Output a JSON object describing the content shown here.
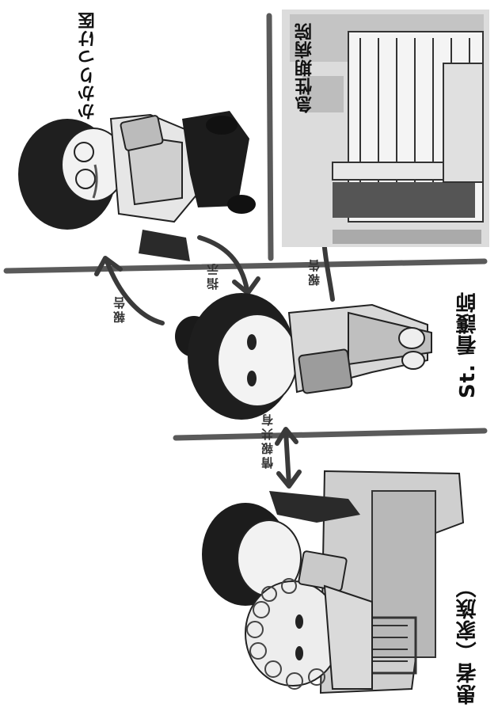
{
  "roles": {
    "kakaritsuke": "かかりつけ医",
    "hospital": "急性期病院",
    "nurse": "St. 看護師",
    "patient": "患者（家族）"
  },
  "arrows": {
    "report_to_doctor": "報告",
    "instruction": "指示",
    "report_to_hospital": "報告",
    "info_share": "情報共有"
  },
  "colors": {
    "line": "#555555",
    "ink": "#1a1a1a",
    "tone": "#9a9a9a"
  }
}
